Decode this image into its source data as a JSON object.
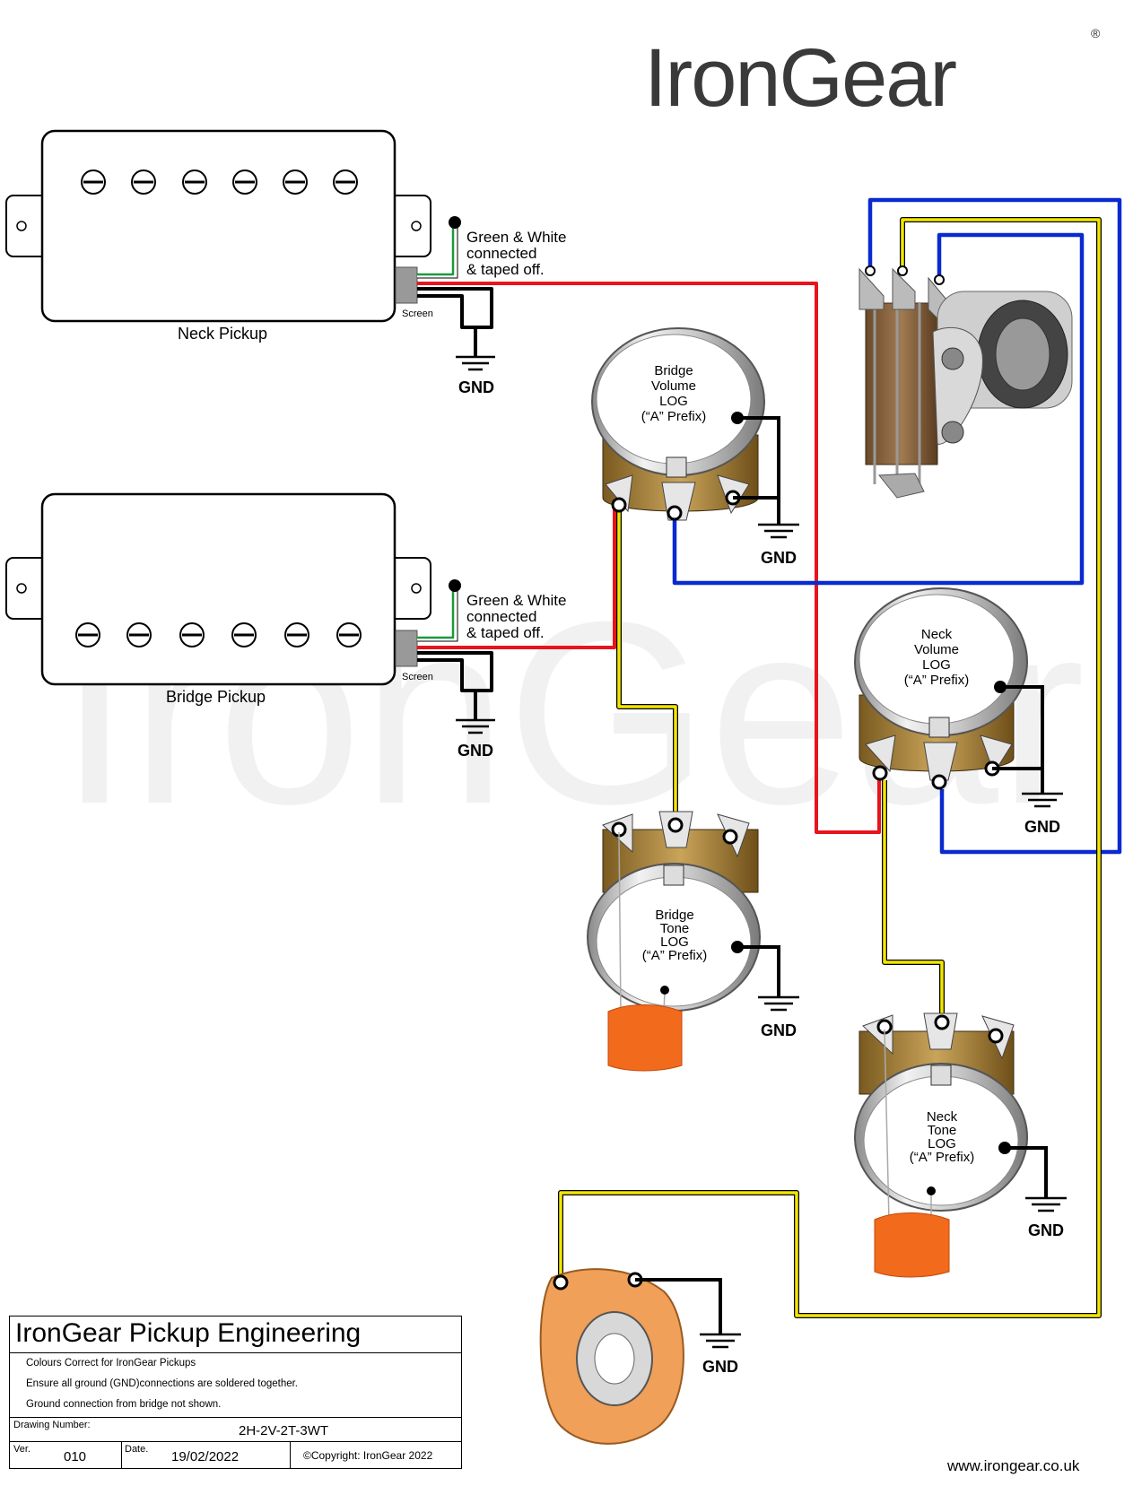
{
  "brand": {
    "name": "IronGear",
    "registered": "®"
  },
  "pickups": {
    "neck": {
      "label": "Neck Pickup",
      "note": [
        "Green & White",
        "connected",
        "& taped off."
      ],
      "screen": "Screen",
      "gnd": "GND"
    },
    "bridge": {
      "label": "Bridge Pickup",
      "note": [
        "Green & White",
        "connected",
        "& taped off."
      ],
      "screen": "Screen",
      "gnd": "GND"
    }
  },
  "pots": {
    "bridge_volume": {
      "lines": [
        "Bridge",
        "Volume",
        "LOG",
        "(“A” Prefix)"
      ],
      "gnd": "GND"
    },
    "neck_volume": {
      "lines": [
        "Neck",
        "Volume",
        "LOG",
        "(“A” Prefix)"
      ],
      "gnd": "GND"
    },
    "bridge_tone": {
      "lines": [
        "Bridge",
        "Tone",
        "LOG",
        "(“A” Prefix)"
      ],
      "gnd": "GND"
    },
    "neck_tone": {
      "lines": [
        "Neck",
        "Tone",
        "LOG",
        "(“A” Prefix)"
      ],
      "gnd": "GND"
    }
  },
  "jack": {
    "gnd": "GND"
  },
  "wire_colors": {
    "hot": "#e8141c",
    "signal": "#f2e600",
    "switch": "#0a2ad0",
    "ground": "#000000",
    "green": "#1a9a3a",
    "capacitor": "#f26a1b"
  },
  "title_block": {
    "company": "IronGear Pickup Engineering",
    "notes": [
      "Colours Correct for IronGear Pickups",
      "Ensure all ground (GND)connections are soldered together.",
      "Ground connection from bridge not shown."
    ],
    "drawing_number_label": "Drawing Number:",
    "drawing_number": "2H-2V-2T-3WT",
    "ver_label": "Ver.",
    "ver": "010",
    "date_label": "Date.",
    "date": "19/02/2022",
    "copyright": "©Copyright: IronGear 2022"
  },
  "website": "www.irongear.co.uk"
}
